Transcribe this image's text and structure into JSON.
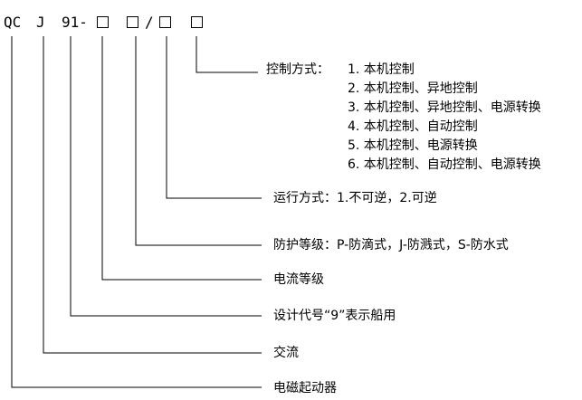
{
  "code": {
    "qc": "QC",
    "j": "J",
    "num": "91-",
    "slash": "/"
  },
  "labels": {
    "control_mode": "控制方式：",
    "control_options": [
      "1. 本机控制",
      "2. 本机控制、异地控制",
      "3. 本机控制、异地控制、电源转换",
      "4. 本机控制、自动控制",
      "5. 本机控制、电源转换",
      "6. 本机控制、自动控制、电源转换"
    ],
    "run_mode": "运行方式：1.不可逆，2.可逆",
    "protection": "防护等级：P-防滴式，J-防溅式，S-防水式",
    "current": "电流等级",
    "design": "设计代号“9”表示船用",
    "ac": "交流",
    "starter": "电磁起动器"
  }
}
